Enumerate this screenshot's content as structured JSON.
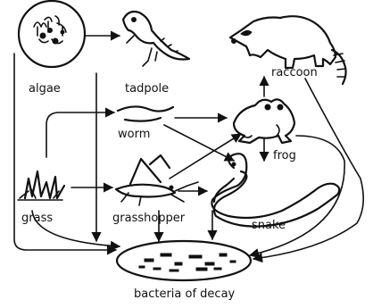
{
  "labels": {
    "algae": "algae",
    "tadpole": "tadpole",
    "raccoon": "raccoon",
    "worm": "worm",
    "frog": "frog",
    "grass": "grass",
    "grasshopper": "grasshopper",
    "snake": "snake",
    "bacteria": "bacteria of decay"
  }
}
